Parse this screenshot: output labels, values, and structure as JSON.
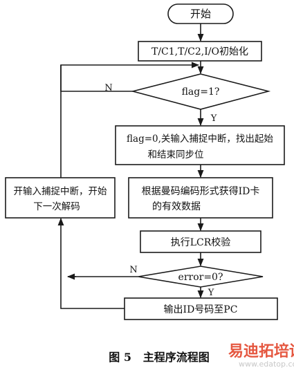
{
  "flowchart": {
    "start": "开始",
    "init": "T/C1,T/C2,I/O初始化",
    "decision_flag": "flag=1?",
    "flag_no": "N",
    "flag_yes": "Y",
    "process_flag_line1": "flag=0,关输入捕捉中断，找出起始",
    "process_flag_line2": "和结束同步位",
    "process_decode_line1": "根据曼码编码形式获得ID卡",
    "process_decode_line2": "的有效数据",
    "process_lcr": "执行LCR校验",
    "decision_error": "error=0?",
    "error_no": "N",
    "error_yes": "Y",
    "output": "输出ID号码至PC",
    "loop_line1": "开输入捕捉中断，开始",
    "loop_line2": "下一次解码"
  },
  "caption": "图 5   主程序流程图",
  "watermark": {
    "brand": "易迪拓培训",
    "url": "www.edatop.com"
  },
  "colors": {
    "line": "#1a1a1a",
    "watermark_brand": "#e03a1e",
    "watermark_url": "#c8c8c8"
  }
}
